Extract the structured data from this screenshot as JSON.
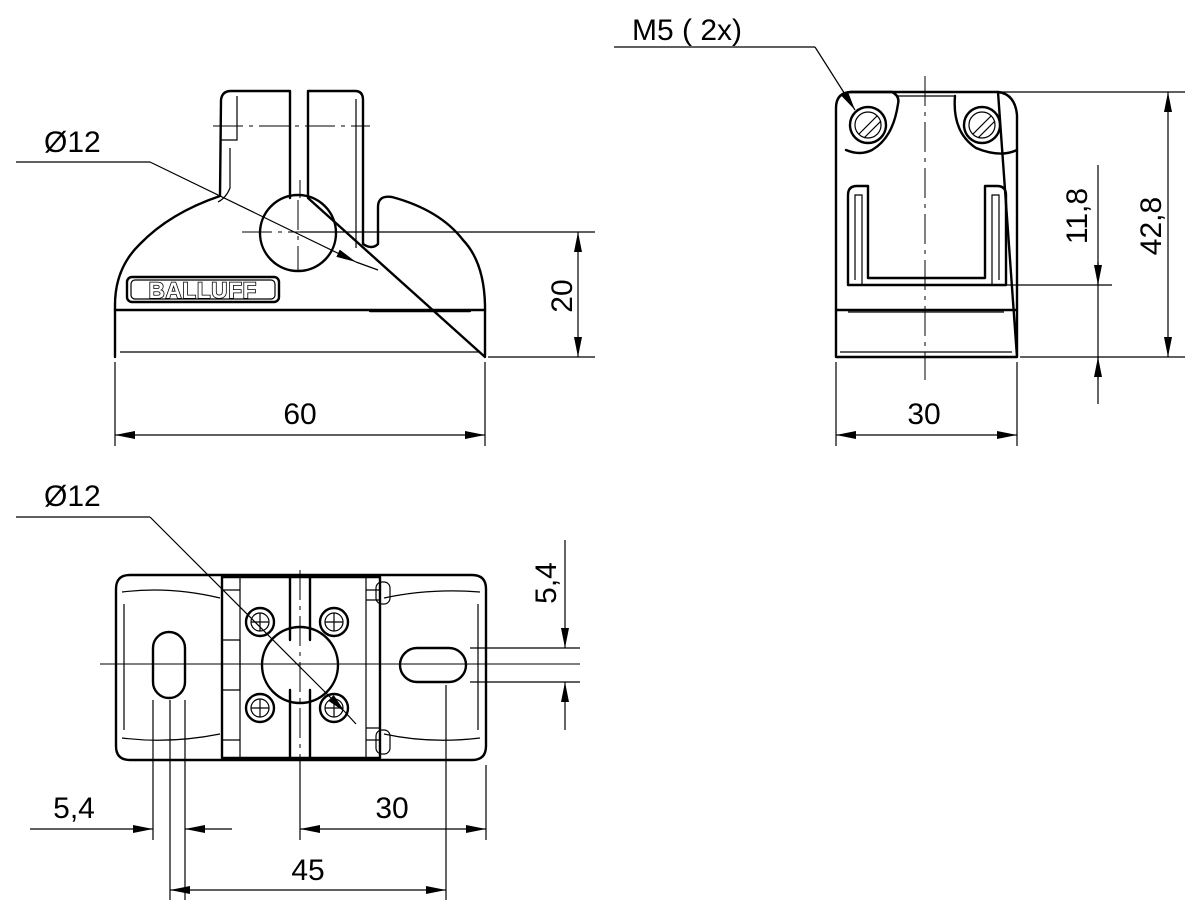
{
  "drawing": {
    "brand": "BALLUFF",
    "front_view": {
      "diameter_label": "Ø12",
      "height_label": "20",
      "width_label": "60"
    },
    "side_view": {
      "thread_label": "M5 ( 2x)",
      "inner_height_label": "11,8",
      "total_height_label": "42,8",
      "width_label": "30"
    },
    "top_view": {
      "diameter_label": "Ø12",
      "slot_offset_label": "5,4",
      "slot_width_label": "5,4",
      "half_spacing_label": "30",
      "hole_spacing_label": "45"
    }
  }
}
